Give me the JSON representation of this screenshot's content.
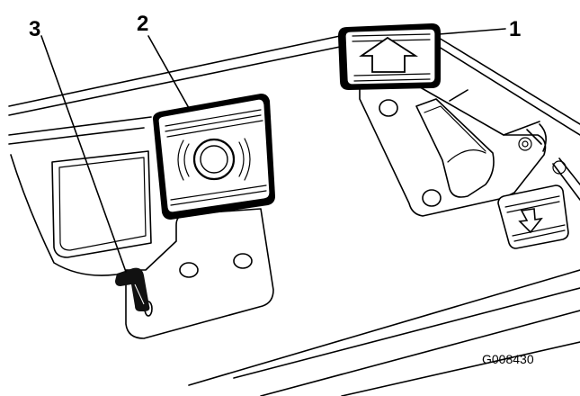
{
  "callouts": [
    {
      "number": "1",
      "target": "raise-pedal"
    },
    {
      "number": "2",
      "target": "traction-pedal"
    },
    {
      "number": "3",
      "target": "pedal-lock-lever"
    }
  ],
  "figure_code": "G008430",
  "colors": {
    "ink": "#000000",
    "paper": "#ffffff",
    "lever": "#111111"
  }
}
